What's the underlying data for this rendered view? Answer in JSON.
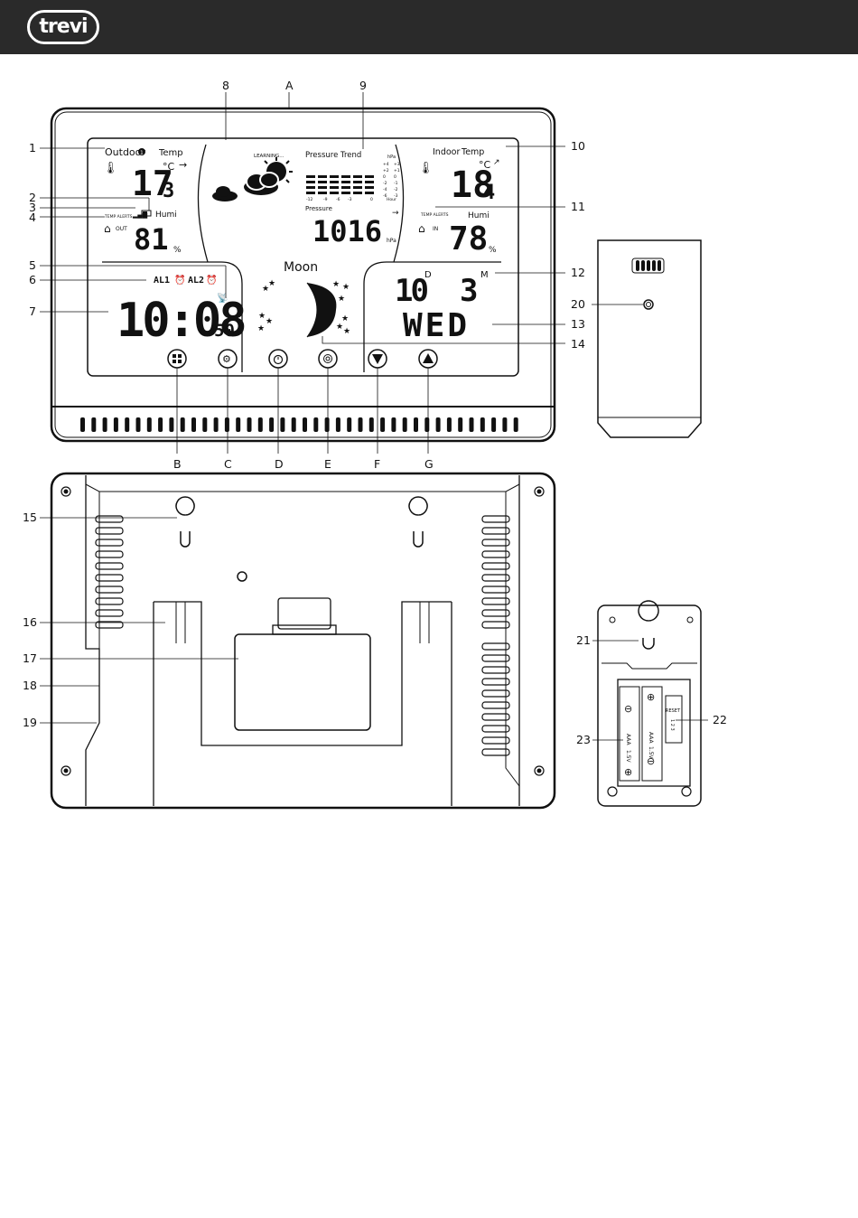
{
  "header": {
    "brand": "trevi",
    "bar_color": "#2a2a2a"
  },
  "callouts": {
    "top_letters": [
      "8",
      "A",
      "9"
    ],
    "left": [
      "1",
      "2",
      "3",
      "4",
      "5",
      "6",
      "7"
    ],
    "right": [
      "10",
      "11",
      "12",
      "13",
      "14"
    ],
    "bottom_letters": [
      "B",
      "C",
      "D",
      "E",
      "F",
      "G"
    ],
    "sensor_front": "20",
    "back_left": [
      "15",
      "16",
      "17",
      "18",
      "19"
    ],
    "sensor_back": [
      "21",
      "22",
      "23"
    ]
  },
  "display": {
    "outdoor_label": "Outdoor",
    "outdoor_channel": "1",
    "temp_label": "Temp",
    "outdoor_temp_int": "17",
    "outdoor_temp_dec": "3",
    "temp_unit": "°C",
    "outdoor_humi_label": "Humi",
    "outdoor_humi": "81",
    "percent": "%",
    "out_label": "OUT",
    "temp_alerts": "TEMP ALERTS",
    "learning": "LEARNING...",
    "pressure_trend": "Pressure Trend",
    "hpa_label": "hPa",
    "trend_scale_left": [
      "+4",
      "+2",
      "0",
      "-2",
      "-4",
      "-6"
    ],
    "trend_scale_right": [
      "+3",
      "+1",
      "0",
      "-1",
      "-2",
      "-3"
    ],
    "trend_hours": [
      "-12",
      "-9",
      "-6",
      "-3",
      "0"
    ],
    "hour_label": "Hour",
    "pressure_label": "Pressure",
    "pressure_value": "1016",
    "pressure_unit": "hPa",
    "indoor_label": "Indoor",
    "indoor_temp_int": "18",
    "indoor_temp_dec": "4",
    "indoor_humi_label": "Humi",
    "indoor_humi": "78",
    "in_label": "IN",
    "alarm1": "AL1",
    "alarm2": "AL2",
    "time": "10:08",
    "seconds": "50",
    "moon_label": "Moon",
    "day": "10",
    "day_marker": "D",
    "month": "3",
    "month_marker": "M",
    "weekday": "WED"
  },
  "sensor": {
    "reset": "RESET",
    "battery_type": "AAA",
    "battery_voltage": "1.5V",
    "channel_switch": "1 2 3",
    "plus": "⊕",
    "minus": "⊖"
  }
}
